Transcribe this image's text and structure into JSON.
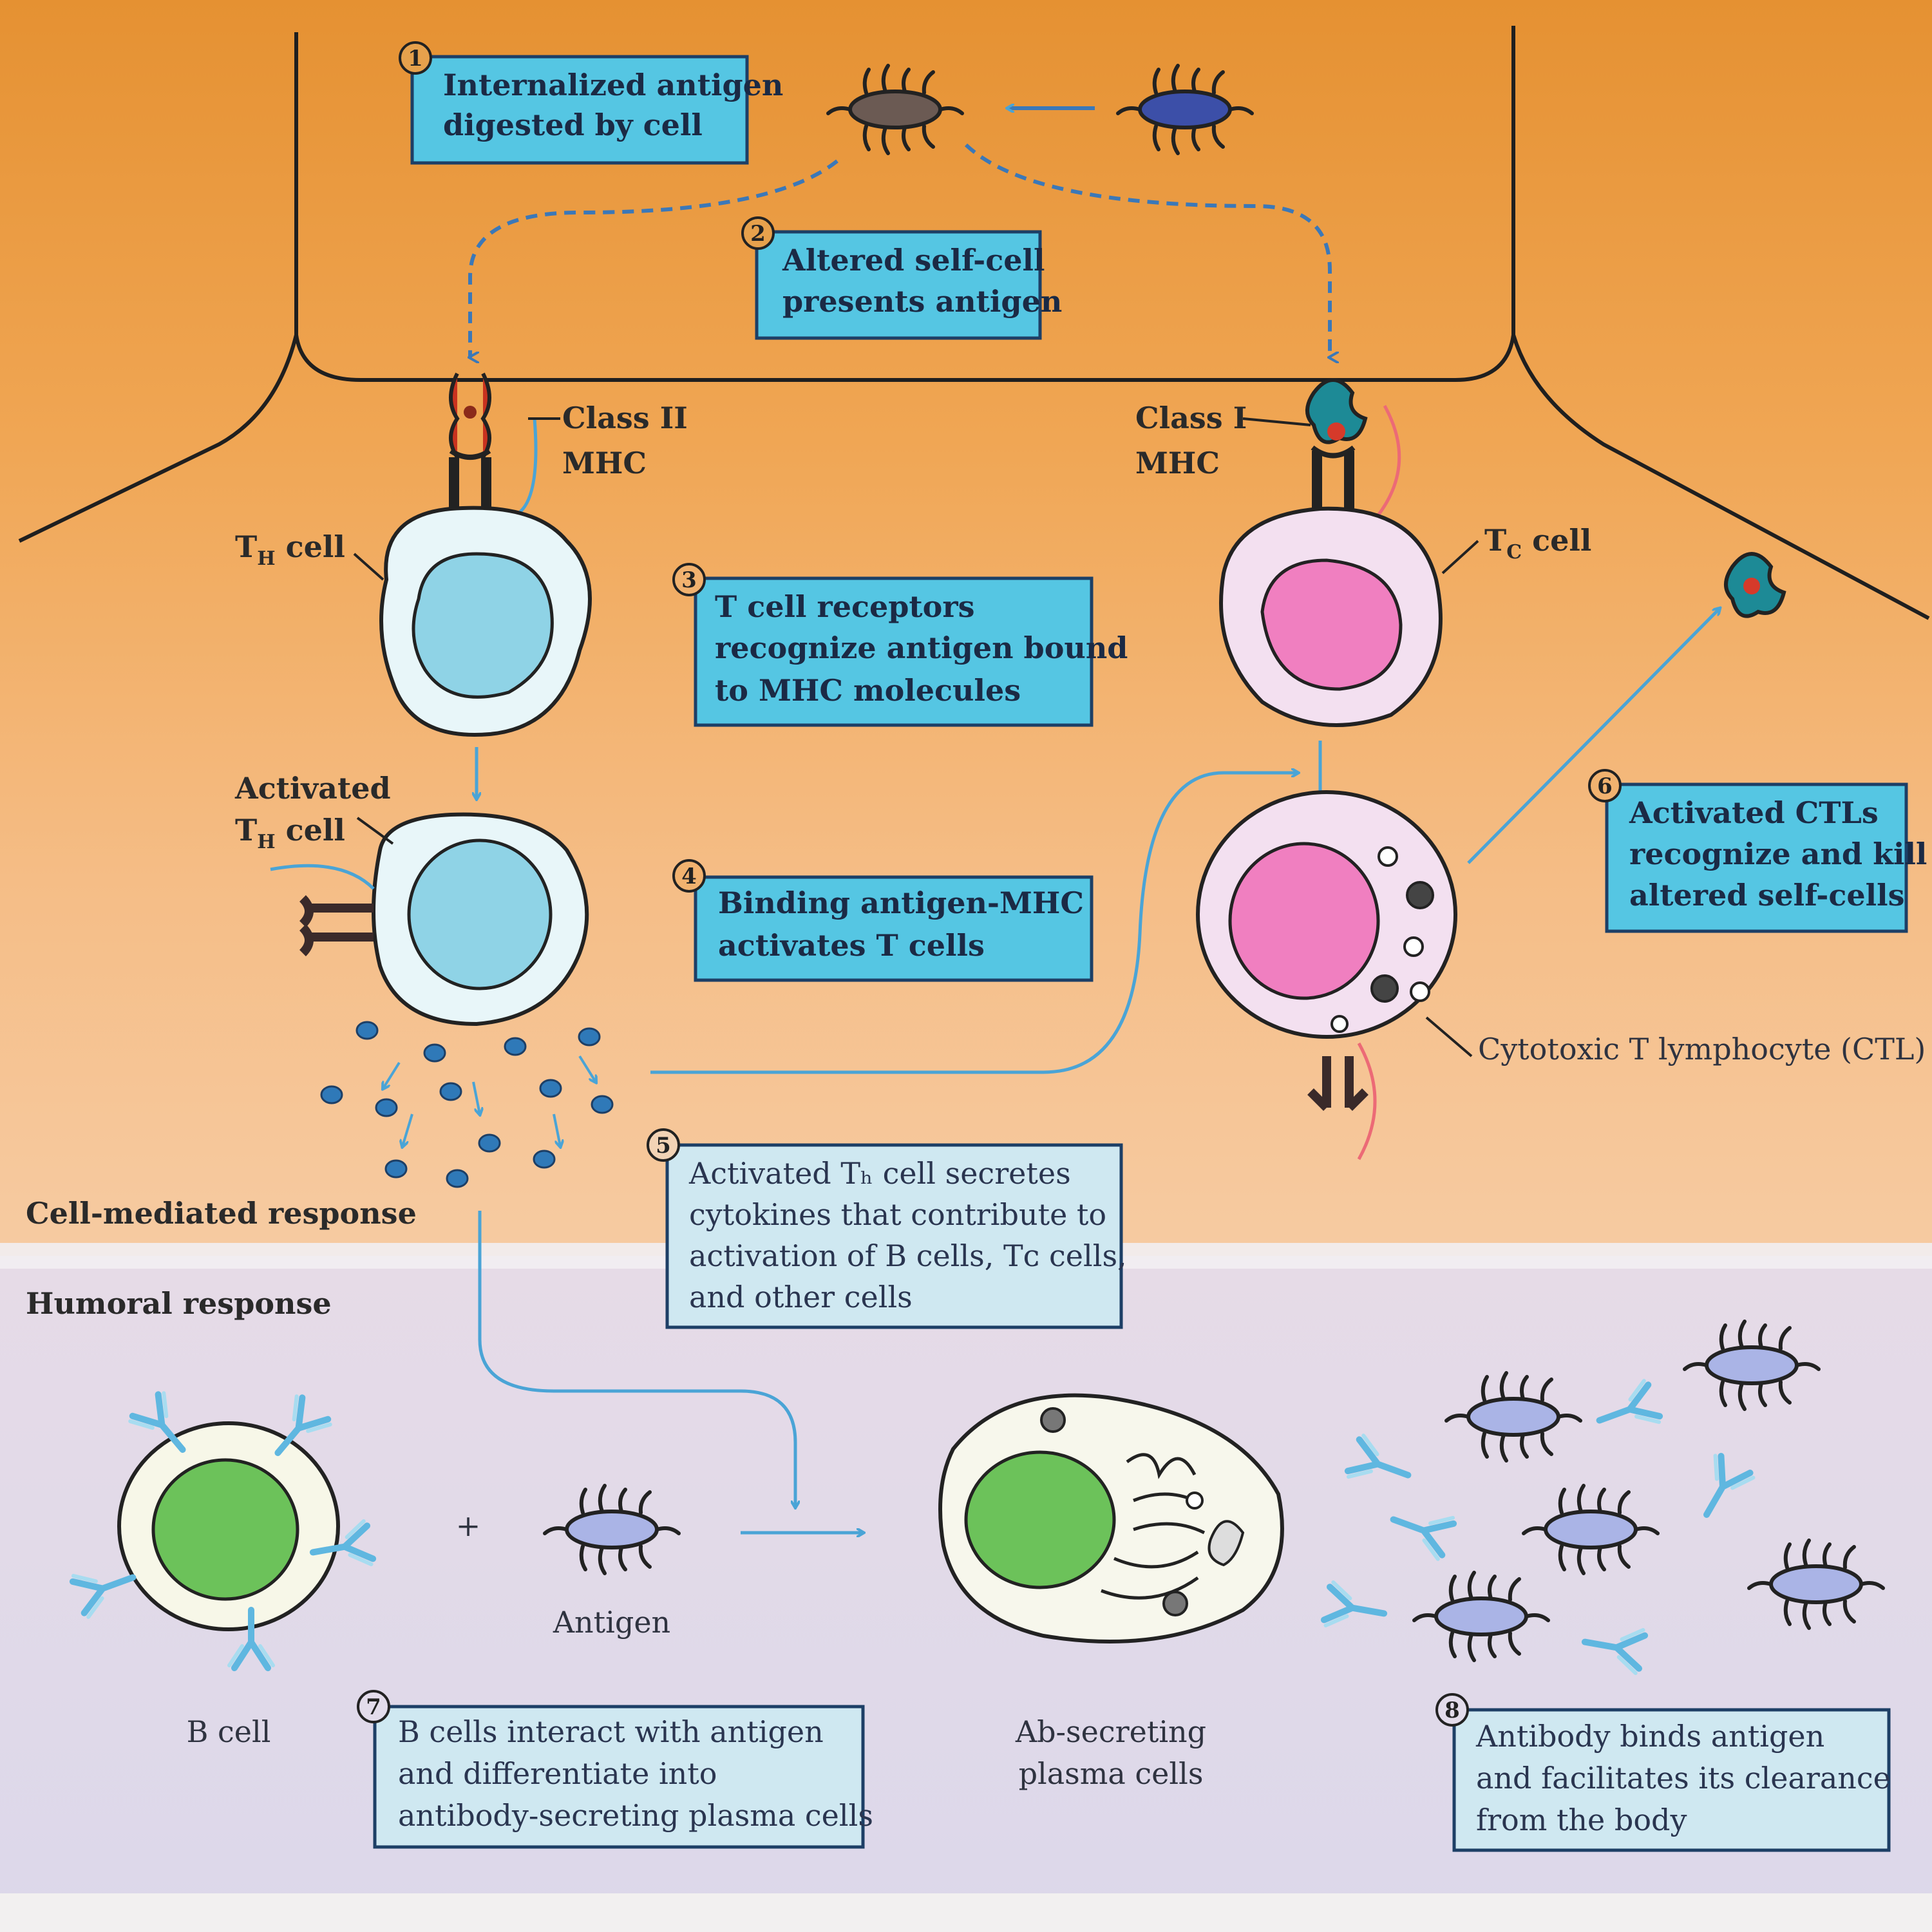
{
  "sections": {
    "cell_mediated": "Cell-mediated response",
    "humoral": "Humoral response"
  },
  "steps": [
    {
      "number": "1",
      "lines": [
        "Internalized antigen",
        "digested by cell"
      ]
    },
    {
      "number": "2",
      "lines": [
        "Altered self-cell",
        "presents antigen"
      ]
    },
    {
      "number": "3",
      "lines": [
        "T cell receptors",
        "recognize antigen bound",
        "to MHC molecules"
      ]
    },
    {
      "number": "4",
      "lines": [
        "Binding antigen-MHC",
        "activates T cells"
      ]
    },
    {
      "number": "5",
      "lines": [
        "Activated Tₕ cell secretes",
        "cytokines that contribute to",
        "activation of B cells, Tᴄ cells,",
        "and other cells"
      ]
    },
    {
      "number": "6",
      "lines": [
        "Activated CTLs",
        "recognize and kill",
        "altered self-cells"
      ]
    },
    {
      "number": "7",
      "lines": [
        "B cells interact with antigen",
        "and differentiate into",
        "antibody-secreting plasma cells"
      ]
    },
    {
      "number": "8",
      "lines": [
        "Antibody binds antigen",
        "and facilitates its clearance",
        "from the body"
      ]
    }
  ],
  "labels": {
    "class2_mhc": [
      "Class II",
      "MHC"
    ],
    "class1_mhc": [
      "Class I",
      "MHC"
    ],
    "th_cell": {
      "main": "T",
      "sub": "H",
      "rest": " cell"
    },
    "tc_cell": {
      "main": "T",
      "sub": "C",
      "rest": " cell"
    },
    "activated_th": {
      "line1": "Activated",
      "main": "T",
      "sub": "H",
      "rest": " cell"
    },
    "ctl": "Cytotoxic T lymphocyte (CTL)",
    "b_cell": "B cell",
    "antigen": "Antigen",
    "plasma_cells": [
      "Ab-secreting",
      "plasma cells"
    ],
    "plus": "+"
  },
  "colors": {
    "box_fill": "#55c6e3",
    "box_fill_humoral": "#cfe8f1",
    "box_stroke": "#1d3f66",
    "arrow_blue": "#4aa4d6",
    "dash_blue": "#3b78b8",
    "th_cell": "#8fd3e6",
    "tc_cell": "#f07fc0",
    "b_cell_nucleus": "#6cc25a",
    "bg_top": "#e99838",
    "bg_mid": "#f5c38f",
    "bg_humoral": "#e3dceb"
  }
}
